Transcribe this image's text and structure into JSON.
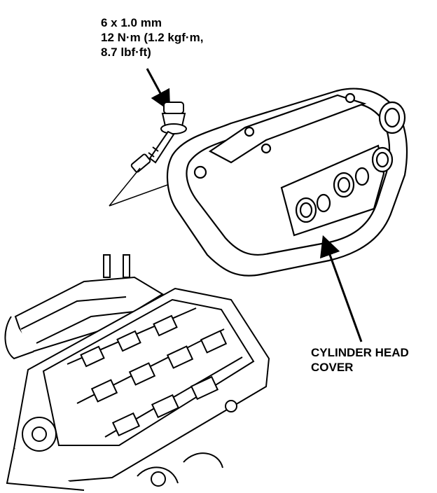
{
  "bolt_spec": {
    "line1": "6 x 1.0 mm",
    "line2": "12 N·m (1.2 kgf·m,",
    "line3": "8.7 lbf·ft)"
  },
  "callout": {
    "line1": "CYLINDER HEAD",
    "line2": "COVER"
  },
  "colors": {
    "ink": "#000000",
    "paper": "#ffffff"
  },
  "icons": [
    "bolt-icon",
    "cylinder-head-cover-drawing",
    "engine-cylinder-head-drawing"
  ]
}
